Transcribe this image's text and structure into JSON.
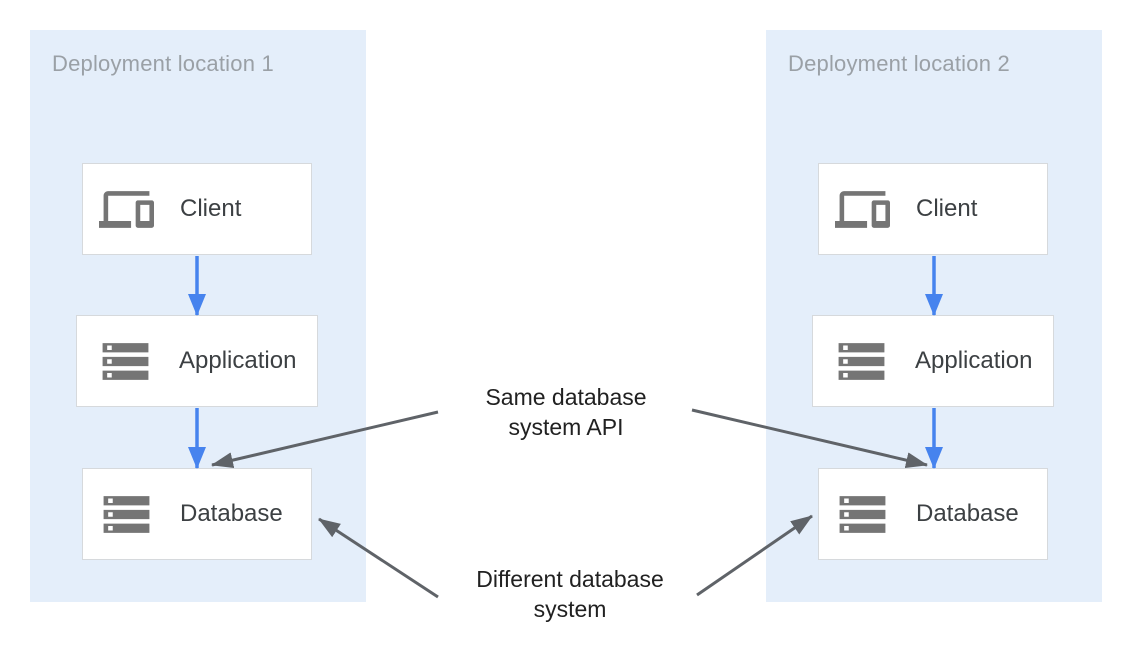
{
  "colors": {
    "panel-bg": "#e4eefa",
    "panel-title": "#9aa0a6",
    "node-bg": "#ffffff",
    "node-border": "#d6d9dc",
    "node-text": "#3c4043",
    "icon": "#757575",
    "flow-arrow": "#4683ee",
    "annotation-arrow": "#5f6368",
    "annotation-text": "#212121"
  },
  "panels": [
    {
      "title": "Deployment location 1",
      "nodes": [
        {
          "label": "Client",
          "icon": "devices-icon"
        },
        {
          "label": "Application",
          "icon": "server-stack-icon"
        },
        {
          "label": "Database",
          "icon": "server-stack-icon"
        }
      ]
    },
    {
      "title": "Deployment location 2",
      "nodes": [
        {
          "label": "Client",
          "icon": "devices-icon"
        },
        {
          "label": "Application",
          "icon": "server-stack-icon"
        },
        {
          "label": "Database",
          "icon": "server-stack-icon"
        }
      ]
    }
  ],
  "annotations": {
    "same_api": {
      "line1": "Same database",
      "line2": "system API"
    },
    "different_system": {
      "line1": "Different database",
      "line2": "system"
    }
  },
  "edges": [
    {
      "from": "Client (location 1)",
      "to": "Application (location 1)",
      "style": "blue-flow"
    },
    {
      "from": "Application (location 1)",
      "to": "Database (location 1)",
      "style": "blue-flow"
    },
    {
      "from": "Client (location 2)",
      "to": "Application (location 2)",
      "style": "blue-flow"
    },
    {
      "from": "Application (location 2)",
      "to": "Database (location 2)",
      "style": "blue-flow"
    },
    {
      "from": "Same database system API label",
      "to": "Database (location 1)",
      "style": "gray-note"
    },
    {
      "from": "Same database system API label",
      "to": "Database (location 2)",
      "style": "gray-note"
    },
    {
      "from": "Different database system label",
      "to": "Database (location 1)",
      "style": "gray-note"
    },
    {
      "from": "Different database system label",
      "to": "Database (location 2)",
      "style": "gray-note"
    }
  ]
}
